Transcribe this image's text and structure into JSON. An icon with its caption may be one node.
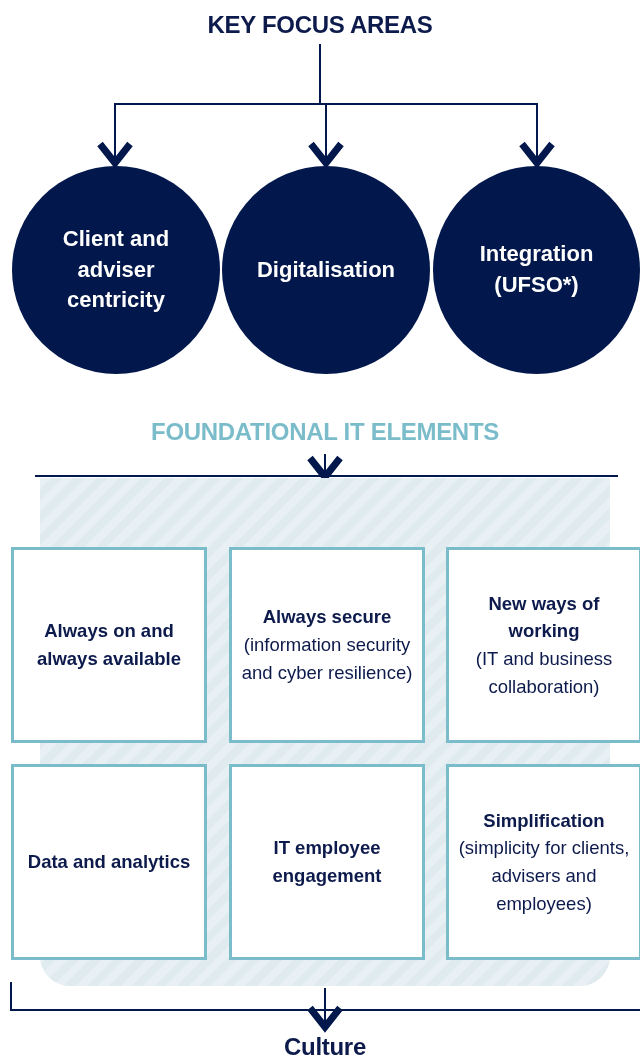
{
  "diagram": {
    "nodes": [
      {
        "text": [
          "KEY FOCUS AREAS"
        ]
      },
      {
        "text": [
          "Client and adviser centricity"
        ]
      },
      {
        "text": [
          "Digitalisation"
        ]
      },
      {
        "text": [
          "Integration (UFSO*)"
        ]
      },
      {
        "text": [
          "FOUNDATIONAL IT ELEMENTS"
        ]
      },
      {
        "text": [],
        "shape": "box"
      },
      {
        "text": [
          "Always on and always available"
        ],
        "in": 5
      },
      {
        "text": [
          "Always secure",
          "(information security and cyber resilience)"
        ],
        "in": 5
      },
      {
        "text": [
          "New ways of working",
          "(IT and business collaboration)"
        ],
        "in": 5
      },
      {
        "text": [
          "Data and analytics"
        ],
        "in": 5
      },
      {
        "text": [
          "IT employee engagement"
        ],
        "in": 5
      },
      {
        "text": [
          "Simplification",
          "(simplicity for clients, advisers and employees)"
        ],
        "in": 5
      },
      {
        "text": [
          "Culture"
        ]
      }
    ],
    "edges": [
      {
        "from": 0,
        "to": 1,
        "arrow": "to"
      },
      {
        "from": 0,
        "to": 2,
        "arrow": "to"
      },
      {
        "from": 0,
        "to": 3,
        "arrow": "to"
      },
      {
        "from": 4,
        "to": 5,
        "arrow": "to"
      },
      {
        "from": 5,
        "to": 12,
        "arrow": "to"
      }
    ]
  }
}
